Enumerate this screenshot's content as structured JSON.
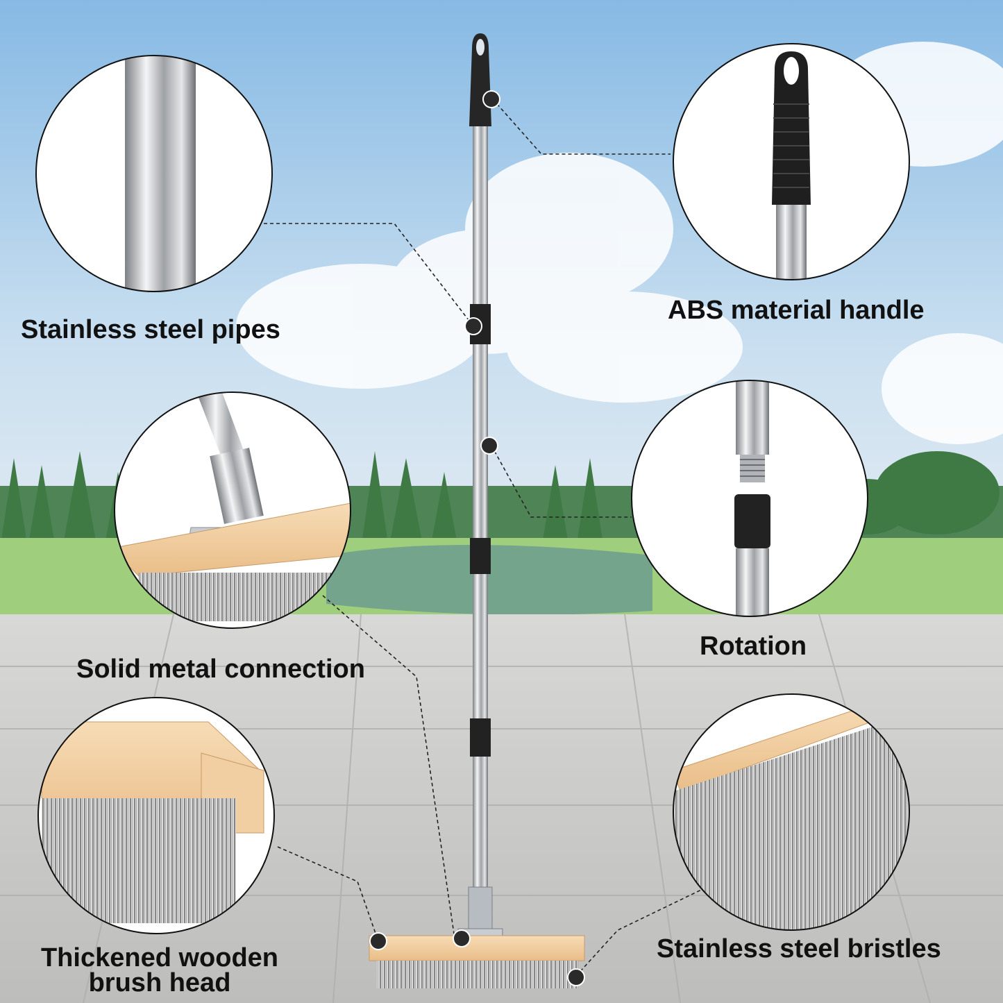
{
  "features": {
    "pipes": "Stainless steel pipes",
    "handle": "ABS material handle",
    "connection": "Solid metal connection",
    "rotation": "Rotation",
    "brush_head_line1": "Thickened wooden",
    "brush_head_line2": "brush head",
    "bristles": "Stainless steel bristles"
  },
  "colors": {
    "sky_top": "#8fbfe6",
    "grass": "#9ccf7a",
    "pavement": "#c9c9c7",
    "wood": "#f3cfa1",
    "steel": "#c7c9cc",
    "grip": "#2a2a2a"
  }
}
